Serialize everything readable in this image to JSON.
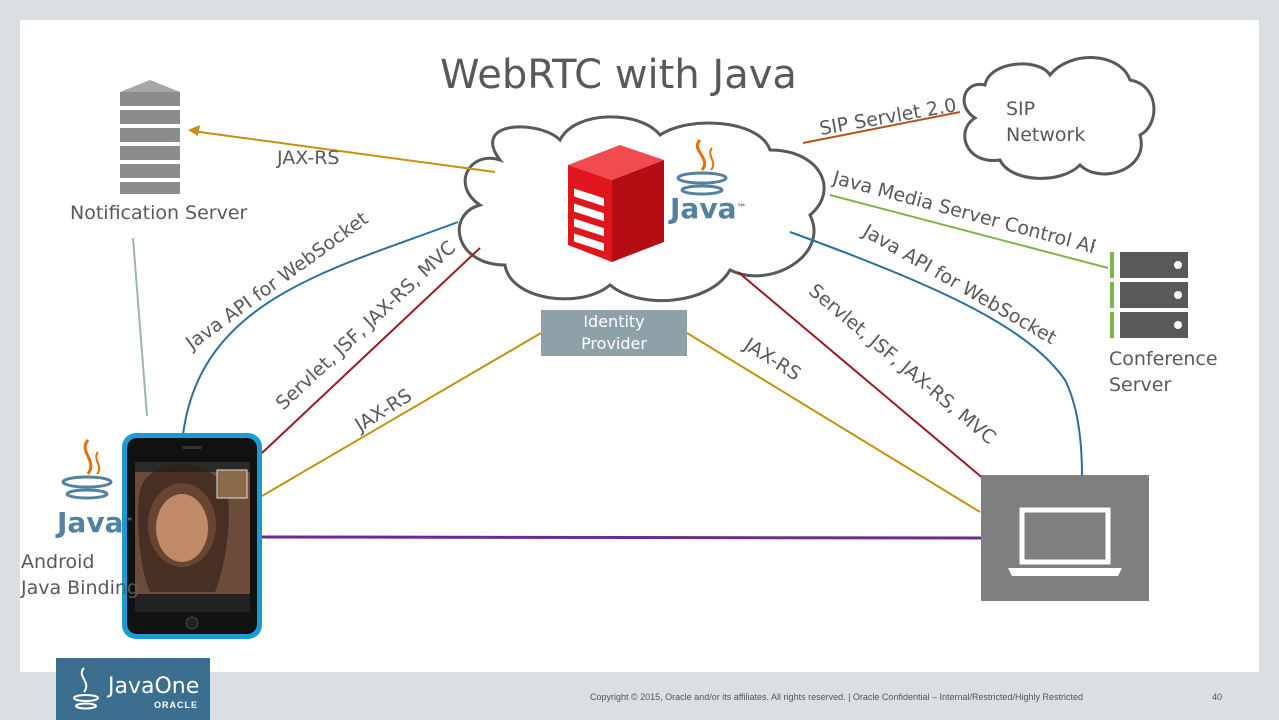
{
  "title": "WebRTC with Java",
  "nodes": {
    "notification_server": "Notification Server",
    "sip_network_line1": "SIP",
    "sip_network_line2": "Network",
    "conference_line1": "Conference",
    "conference_line2": "Server",
    "android_line1": "Android",
    "android_line2": "Java Binding",
    "identity_line1": "Identity",
    "identity_line2": "Provider",
    "java_logo_text": "Java",
    "java_tm": "™"
  },
  "edges": {
    "jaxrs_notification": "JAX-RS",
    "sip_servlet": "SIP Servlet 2.0",
    "java_media": "Java Media Server Control API",
    "websocket_left": "Java API for WebSocket",
    "websocket_right": "Java API for WebSocket",
    "servlet_left": "Servlet, JSF, JAX-RS, MVC",
    "servlet_right": "Servlet, JSF, JAX-RS, MVC",
    "jaxrs_phone": "JAX-RS",
    "jaxrs_laptop": "JAX-RS"
  },
  "colors": {
    "jaxrs": "#c8900e",
    "websocket": "#2b6f9c",
    "servlet": "#9c1b22",
    "sip": "#b5531d",
    "media": "#7ab648",
    "p2p": "#6a2c91",
    "java_red": "#e0161e"
  },
  "footer": {
    "logo_main": "JavaOne",
    "logo_sub": "ORACLE",
    "copyright": "Copyright © 2015, Oracle and/or its affiliates. All rights reserved.  |  Oracle Confidential – Internal/Restricted/Highly Restricted",
    "page_number": "40"
  }
}
